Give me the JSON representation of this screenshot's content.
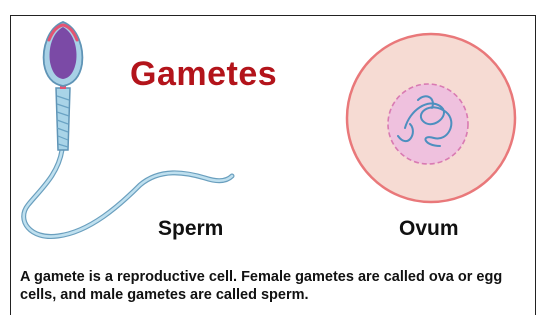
{
  "diagram": {
    "title": "Gametes",
    "labels": {
      "sperm": "Sperm",
      "ovum": "Ovum"
    },
    "caption": "A gamete is a reproductive cell. Female gametes are called ova or egg cells, and male gametes are called sperm.",
    "colors": {
      "title": "#b3141b",
      "sperm_head": "#7b4aa6",
      "sperm_body": "#9ecbe0",
      "ovum_fill": "#f6dbd3",
      "ovum_border": "#e9787a",
      "nucleus_fill": "#efc1de",
      "chromatin": "#4d8fbf"
    }
  }
}
